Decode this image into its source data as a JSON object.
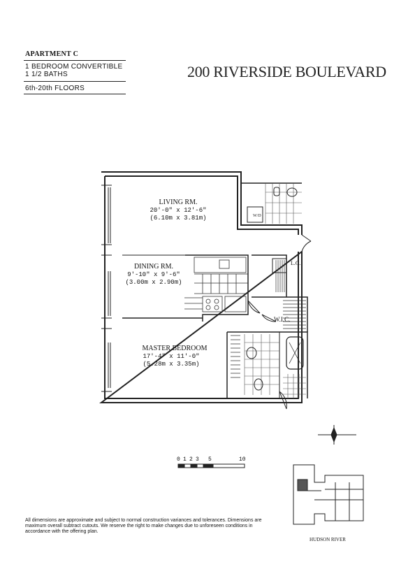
{
  "header": {
    "apartment": "APARTMENT C",
    "type": "1 BEDROOM CONVERTIBLE",
    "baths": "1 1/2 BATHS",
    "floors": "6th-20th FLOORS"
  },
  "building_title": "200 RIVERSIDE BOULEVARD",
  "rooms": {
    "living": {
      "name": "LIVING RM.",
      "dim_ft": "20'-0\"  x  12'-6\"",
      "dim_m": "(6.10m  x  3.81m)"
    },
    "dining": {
      "name": "DINING RM.",
      "dim_ft": "9'-10\"  x  9'-6\"",
      "dim_m": "(3.00m  x  2.90m)"
    },
    "master": {
      "name": "MASTER BEDROOM",
      "dim_ft": "17'-4\"  x  11'-0\"",
      "dim_m": "(5.28m  x  3.35m)"
    },
    "lc": "L.C.",
    "wic": "W.I.C."
  },
  "scale": {
    "labels": [
      "0",
      "1",
      "2",
      "3",
      "5",
      "10"
    ]
  },
  "compass": "north-arrow-icon",
  "keyplan": {
    "caption": "HUDSON RIVER"
  },
  "disclaimer": "All dimensions are approximate and subject to normal construction variances and tolerances. Dimensions are maximum overall subtract cutouts. We reserve the right to make changes due to unforeseen conditions in accordance with the offering plan."
}
